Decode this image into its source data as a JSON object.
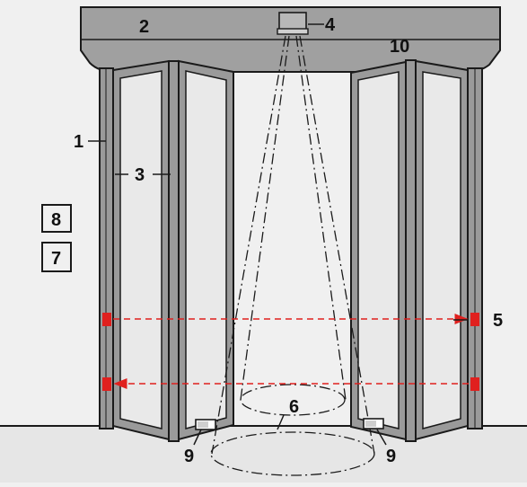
{
  "labels": {
    "frame": "1",
    "operator_housing": "2",
    "door_leaf": "3",
    "overhead_sensor": "4",
    "light_barrier": "5",
    "detection_field": "6",
    "box_7": "7",
    "box_8": "8",
    "floor_sensor": "9",
    "hinge": "10"
  },
  "colors": {
    "background": "#f0f0f0",
    "floor": "#e6e6e6",
    "frame": "#9a9a9a",
    "glass": "#e9e9e9",
    "housing": "#a0a0a0",
    "beam": "#e0201e",
    "line": "#1a1a1a"
  }
}
